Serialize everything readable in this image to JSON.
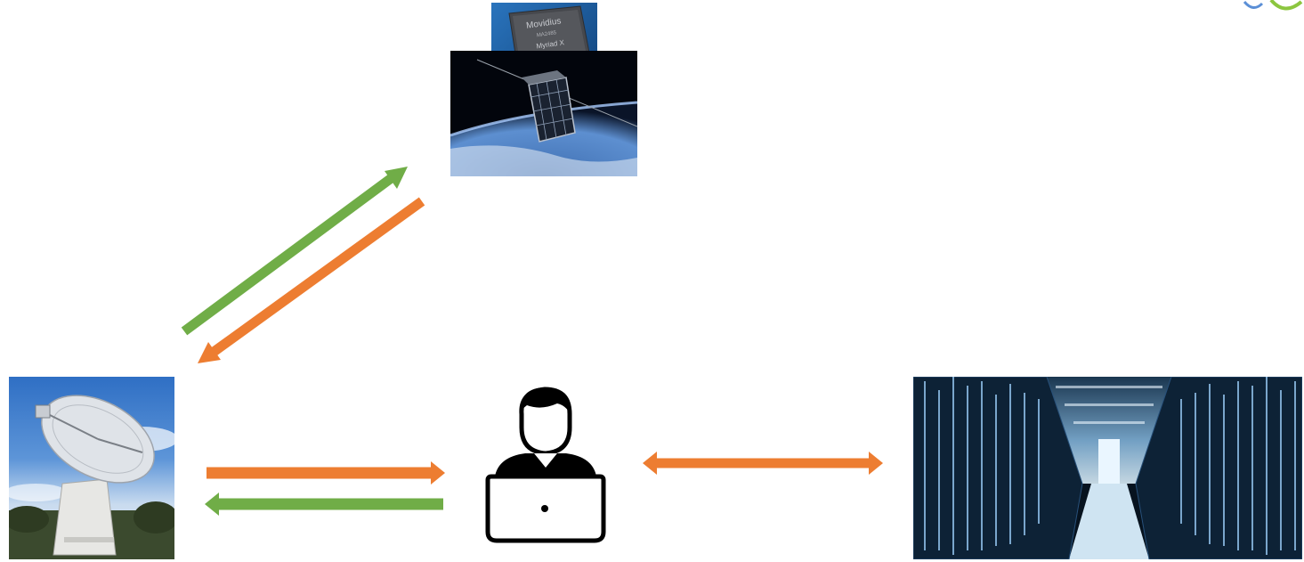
{
  "chip": {
    "brand": "Movidius",
    "code": "MA2485",
    "product": "Myriad X"
  },
  "colors": {
    "orange": "#ED7D31",
    "green": "#70AD47",
    "space": "#02050c",
    "chip_bg": "#1f5fa0",
    "server_bg": "#07131f"
  },
  "icons": {
    "chip": "movidius-chip-icon",
    "satellite": "cubesat-icon",
    "dish": "ground-station-dish-icon",
    "user": "user-laptop-icon",
    "datacenter": "datacenter-icon",
    "logo": "corner-logo-icon"
  }
}
